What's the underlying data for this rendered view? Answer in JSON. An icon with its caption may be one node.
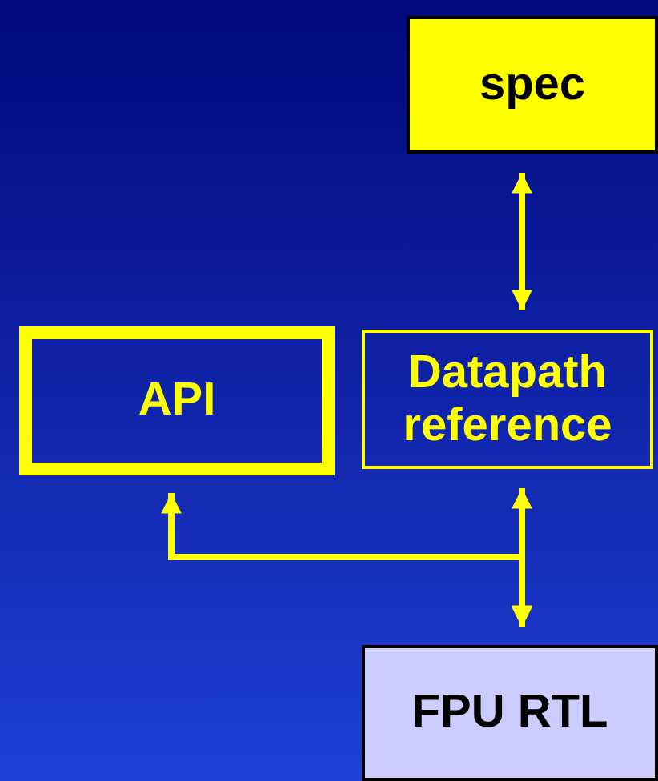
{
  "diagram": {
    "nodes": [
      {
        "text": [
          "spec"
        ]
      },
      {
        "text": [
          "API"
        ]
      },
      {
        "text": [
          "Datapath reference"
        ]
      },
      {
        "text": [
          "FPU RTL"
        ]
      }
    ],
    "edges": [
      {
        "from": 0,
        "to": 2,
        "arrow": "both"
      },
      {
        "from": 2,
        "to": 3,
        "arrow": "both"
      },
      {
        "from": 3,
        "to": 1,
        "arrow": "both"
      }
    ]
  }
}
